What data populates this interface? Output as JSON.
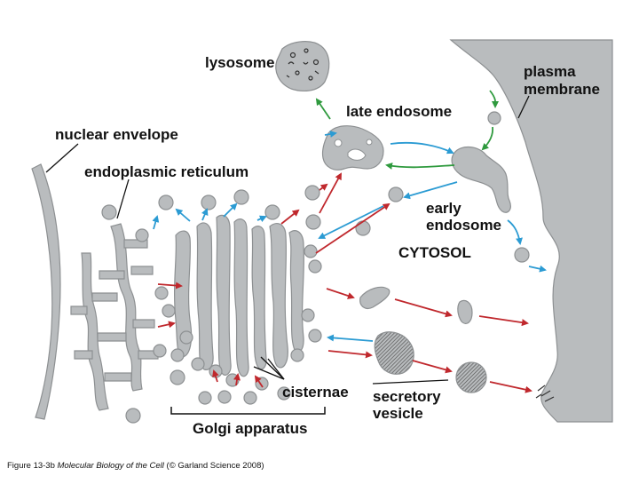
{
  "labels": {
    "lysosome": "lysosome",
    "plasma_membrane_1": "plasma",
    "plasma_membrane_2": "membrane",
    "late_endosome": "late endosome",
    "nuclear_envelope": "nuclear envelope",
    "endoplasmic_reticulum": "endoplasmic reticulum",
    "early_endosome_1": "early",
    "early_endosome_2": "endosome",
    "cytosol": "CYTOSOL",
    "cisternae": "cisternae",
    "secretory_vesicle_1": "secretory",
    "secretory_vesicle_2": "vesicle",
    "golgi_apparatus": "Golgi apparatus"
  },
  "caption": {
    "prefix": "Figure 13-3b ",
    "book": "Molecular Biology of the Cell",
    "suffix": " (© Garland Science 2008)"
  },
  "colors": {
    "membrane_gray": "#b9bcbe",
    "outline_gray": "#8d9092",
    "secretory_red": "#c0282d",
    "retrieval_blue": "#2b9bd3",
    "lysosomal_green": "#2f9a3e",
    "text": "#111111"
  }
}
